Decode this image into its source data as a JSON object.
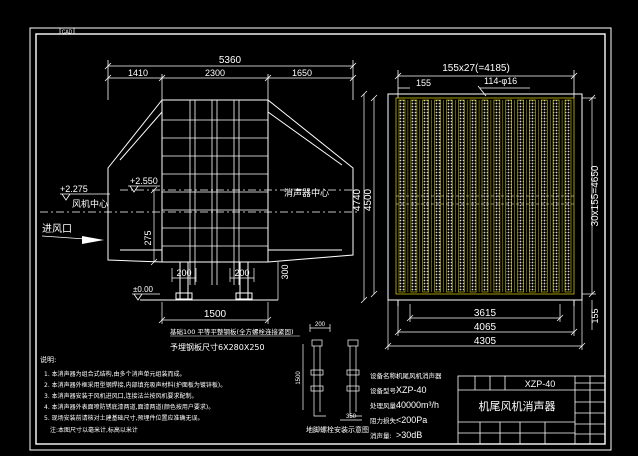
{
  "frame_tag": "CAD",
  "side_view": {
    "dim_total": "5360",
    "dim_left": "1410",
    "dim_mid": "2300",
    "dim_right": "1650",
    "elev_inlet": "+2.275",
    "inlet_center": "风机中心",
    "elev_center": "+2.550",
    "silencer_center": "消声器中心",
    "dim_275": "275",
    "inlet_label": "进风口",
    "dim_200_left": "200",
    "dim_200_right": "200",
    "dim_300": "300",
    "elev_zero": "±0.00",
    "dim_1500": "1500",
    "note_line1": "基础100 平等平整钢板(全方螺栓连接紧固)",
    "note_line2": "予埋钢板尺寸6X280X250"
  },
  "front_view": {
    "dim_top": "155x27(=4185)",
    "dim_155_top": "155",
    "dim_holes": "114-φ16",
    "dim_height_outer": "4740",
    "dim_height_inner": "4500",
    "dim_side": "30x155=4650",
    "dim_bottom_1": "3615",
    "dim_bottom_2": "4065",
    "dim_bottom_3": "4305",
    "dim_155_right": "155"
  },
  "bolt_detail": {
    "dim_top": "200",
    "dim_side": "1500",
    "dim_bottom": "350",
    "caption": "地脚螺栓安装示意图"
  },
  "notes": {
    "title": "说明:",
    "lines": [
      "1. 本消声器为组合式结构,由多个消声单元组装而成。",
      "2. 本消声器外框采用型钢焊接,内部填充吸声材料(护面板为镀锌板)。",
      "3. 本消声器安装于风机进风口,连接法兰按风机要求配制。",
      "4. 本消声器外表面喷防锈底漆两道,面漆两道(颜色按用户要求)。",
      "5. 现场安装前请核对土建基础尺寸,预埋件位置应准确无误。"
    ],
    "footer": "注:本图尺寸以毫米计,标高以米计"
  },
  "specs": {
    "name_label": "设备名称:",
    "name_value": "机尾风机消声器",
    "model_label": "设备型号:",
    "model_value": "XZP-40",
    "flow_label": "处理风量:",
    "flow_value": "40000m³/h",
    "pressure_label": "阻力损失:",
    "pressure_value": "<200Pa",
    "noise_label": "消声量:",
    "noise_value": ">30dB"
  },
  "title_block": {
    "drawing_no": "XZP-40",
    "drawing_title": "机尾风机消声器"
  },
  "colors": {
    "background": "#000000",
    "frame": "#ffffff",
    "panel_yellow": "#c8c000",
    "dot_fill": "#d8d8d8"
  }
}
